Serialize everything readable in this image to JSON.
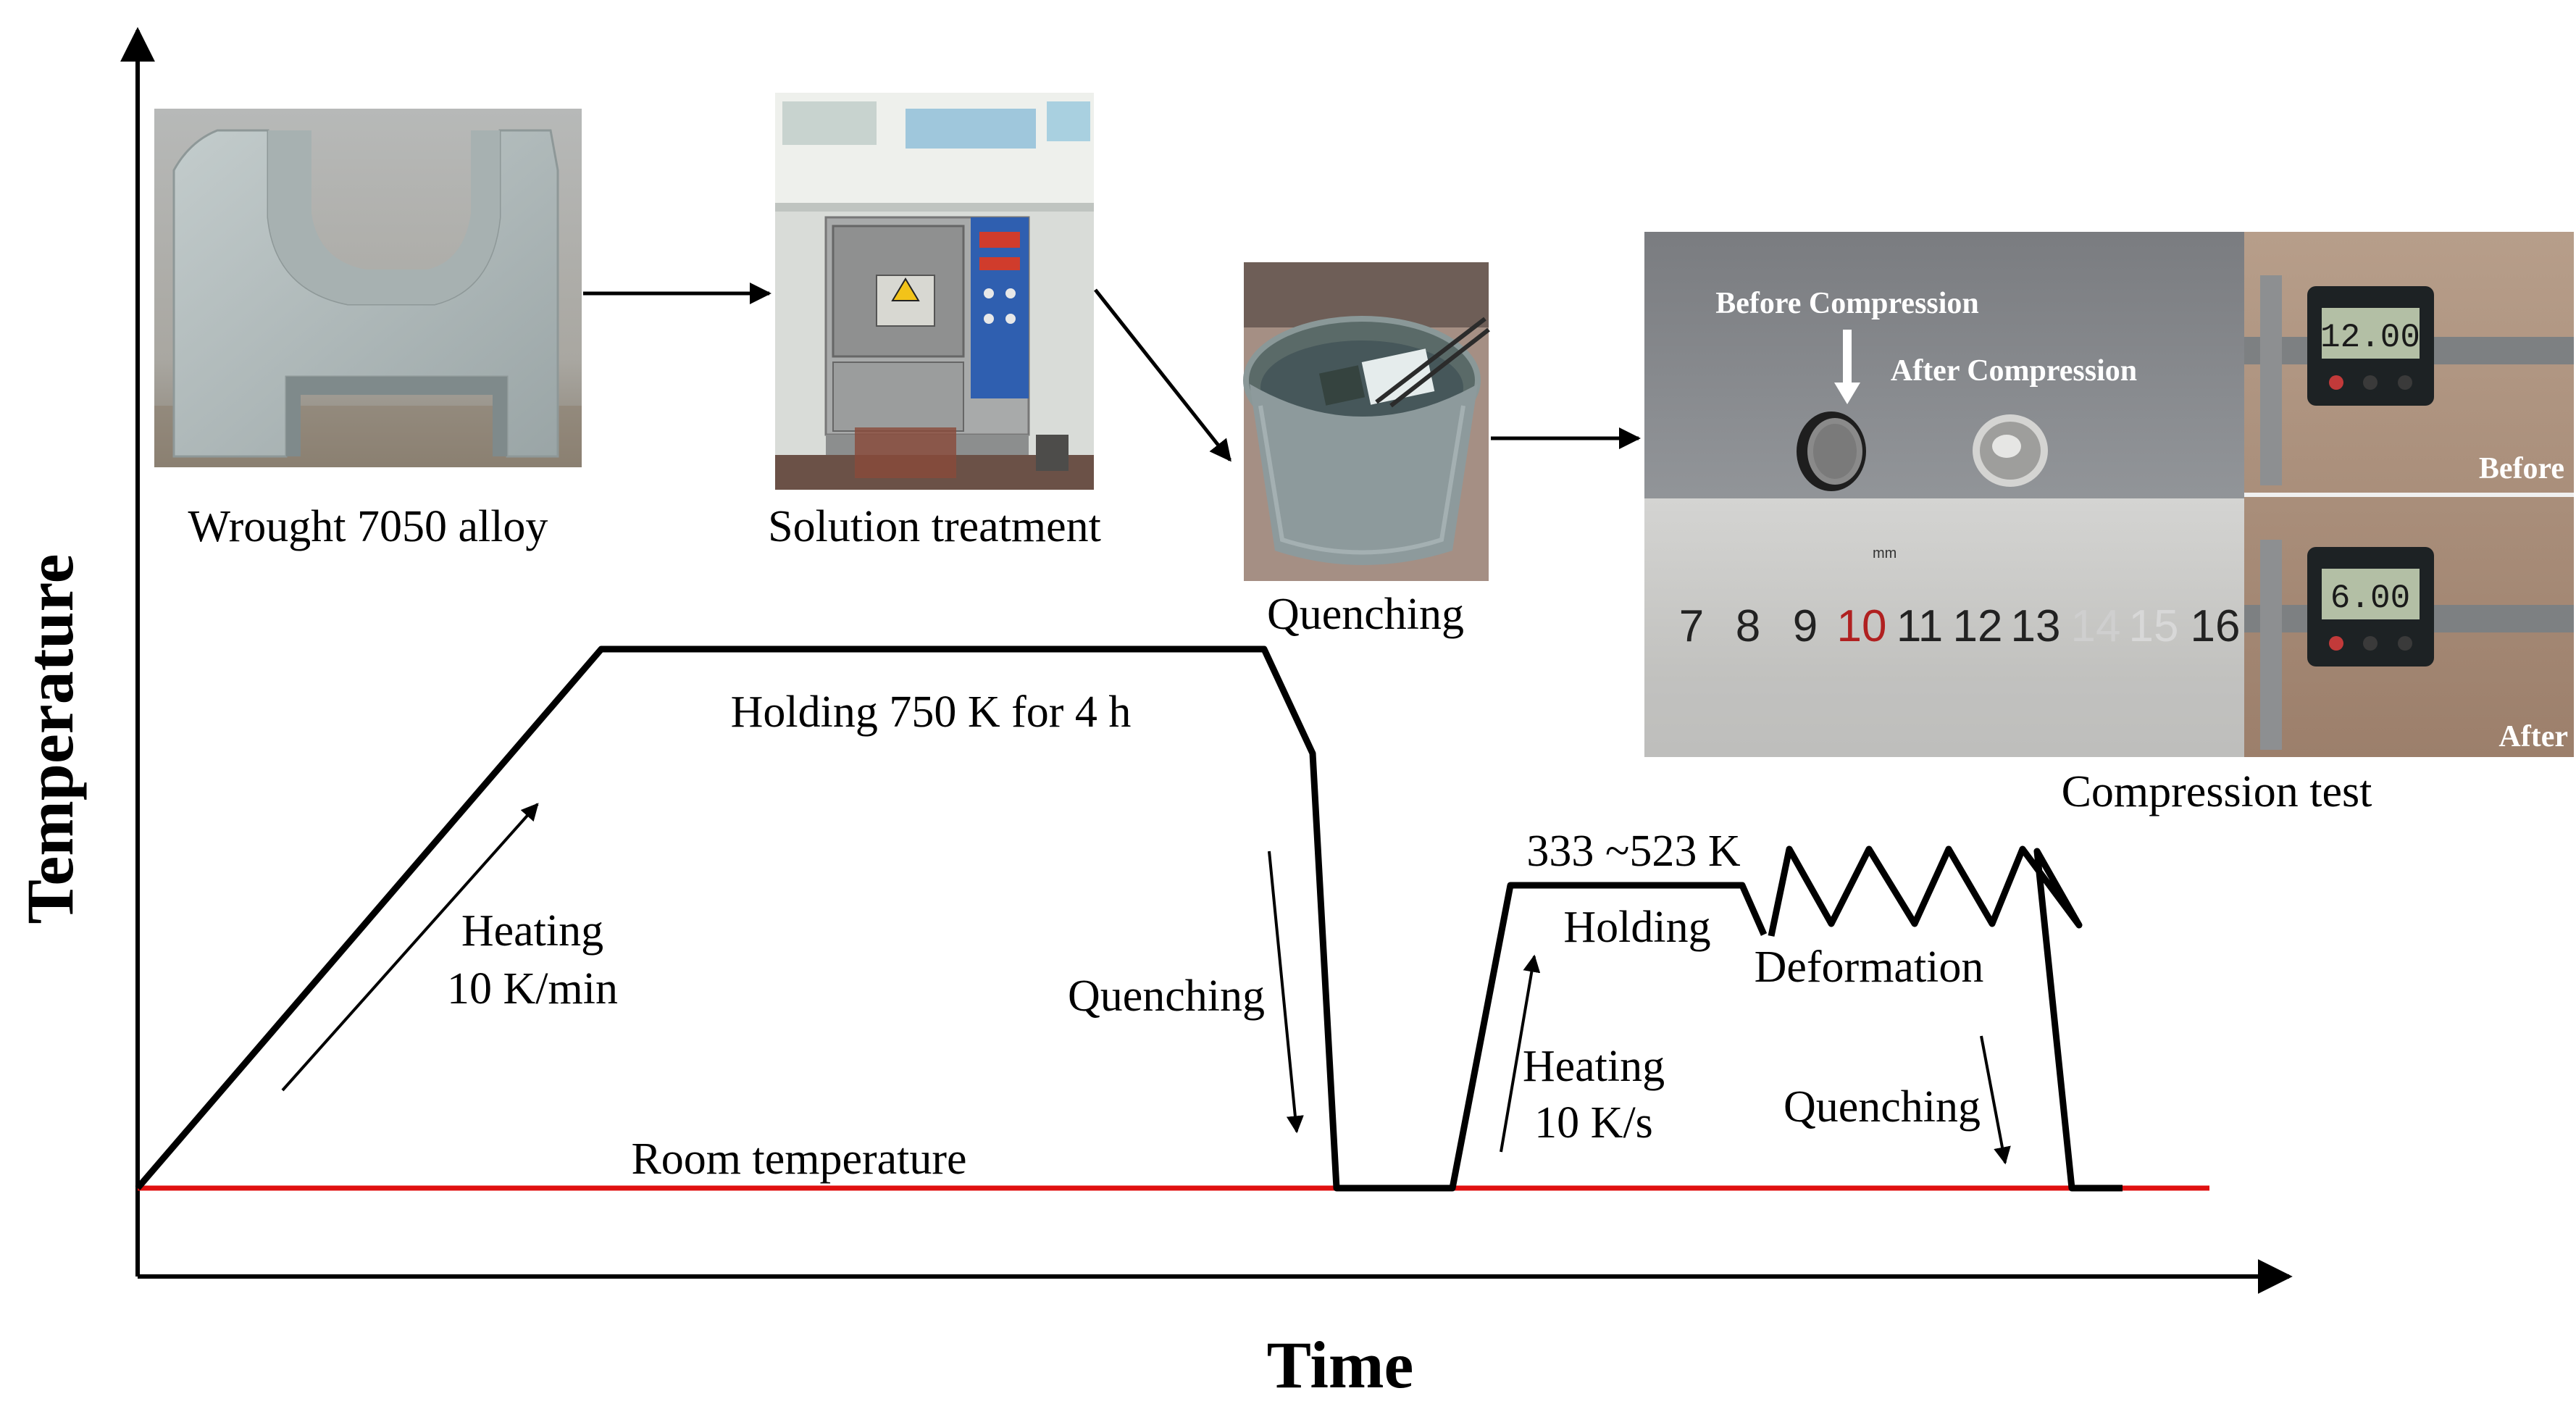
{
  "axes": {
    "x_label": "Time",
    "y_label": "Temperature"
  },
  "photos": {
    "alloy": {
      "caption": "Wrought 7050 alloy"
    },
    "furnace": {
      "caption": "Solution treatment"
    },
    "quench": {
      "caption": "Quenching"
    },
    "compression": {
      "caption": "Compression test",
      "before_compression": "Before Compression",
      "after_compression": "After Compression",
      "ruler_numbers": [
        "7",
        "8",
        "9",
        "10",
        "11",
        "12",
        "13",
        "14",
        "15",
        "16"
      ],
      "ruler_unit": "mm",
      "caliper_before_reading": "12.00",
      "caliper_after_reading": "6.00",
      "before_tag": "Before",
      "after_tag": "After"
    }
  },
  "process": {
    "holding_solution": "Holding 750 K for 4 h",
    "heating1_line1": "Heating",
    "heating1_line2": "10 K/min",
    "quenching1": "Quenching",
    "temp_range": "333 ~523 K",
    "holding2": "Holding",
    "deformation": "Deformation",
    "heating2_line1": "Heating",
    "heating2_line2": "10 K/s",
    "quenching2": "Quenching",
    "room_temperature": "Room temperature"
  },
  "colors": {
    "profile_line": "#000000",
    "room_temperature_line": "#e01010",
    "room_temperature_text": "#e01010"
  }
}
